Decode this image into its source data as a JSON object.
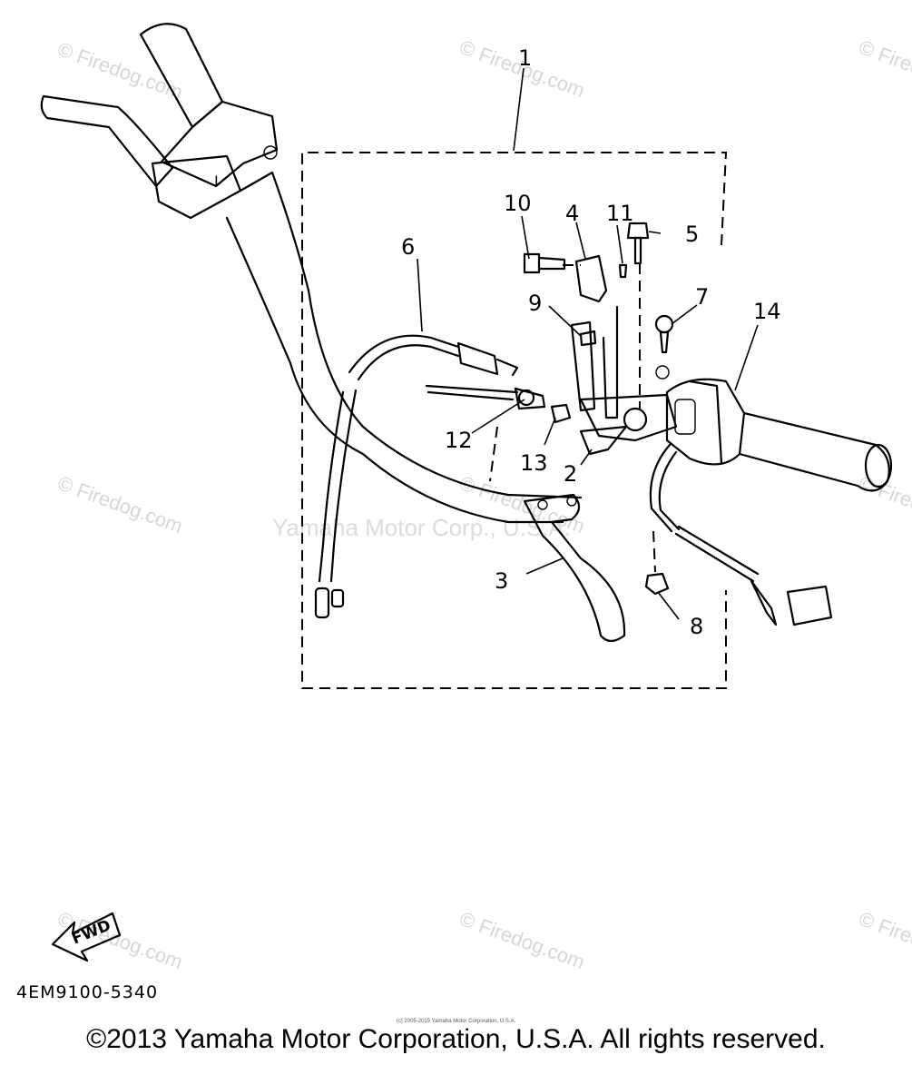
{
  "callouts": [
    "1",
    "2",
    "3",
    "4",
    "5",
    "6",
    "7",
    "8",
    "9",
    "10",
    "11",
    "12",
    "13",
    "14"
  ],
  "watermark": {
    "site": "© Firedog.com",
    "brand": "Yamaha Motor Corp., U.S.A."
  },
  "fwd_label": "FWD",
  "part_number": "4EM9100-5340",
  "small_copyright": "(c) 2005-2015 Yamaha Motor Corporation, U.S.A.",
  "copyright": "©2013 Yamaha Motor Corporation, U.S.A. All rights reserved."
}
